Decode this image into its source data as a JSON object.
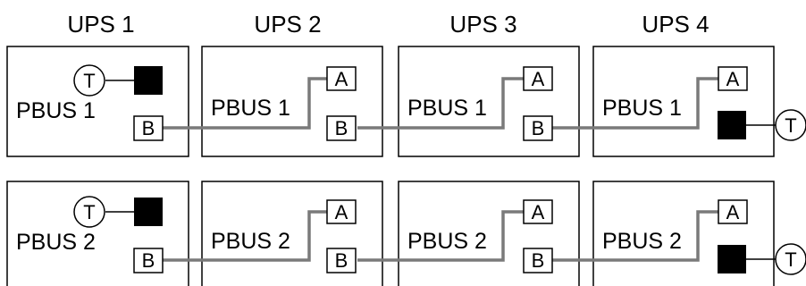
{
  "ups": [
    {
      "label": "UPS 1"
    },
    {
      "label": "UPS 2"
    },
    {
      "label": "UPS 3"
    },
    {
      "label": "UPS 4"
    }
  ],
  "rows": [
    {
      "bus_label": "PBUS 1"
    },
    {
      "bus_label": "PBUS 2"
    }
  ],
  "ports": {
    "a": "A",
    "b": "B"
  },
  "terminator": "T",
  "colors": {
    "cable": "#7a7a7a",
    "outline": "#000000",
    "connector_block": "#000000"
  }
}
